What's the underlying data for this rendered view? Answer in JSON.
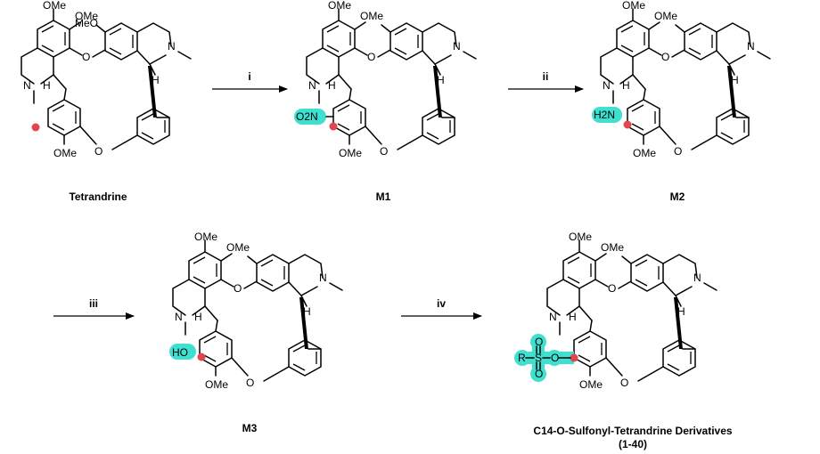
{
  "molecules": [
    {
      "label": "Tetrandrine",
      "highlight": "dot"
    },
    {
      "label": "M1",
      "highlight": "nitro",
      "group_text": "O2N"
    },
    {
      "label": "M2",
      "highlight": "amine",
      "group_text": "H2N"
    },
    {
      "label": "M3",
      "highlight": "hydroxy",
      "group_text": "HO"
    },
    {
      "label_line1": "C14-O-Sulfonyl-Tetrandrine Derivatives",
      "label_line2": "(1-40)",
      "highlight": "sulfonate"
    }
  ],
  "atoms": {
    "ome": "OMe",
    "meo": "MeO",
    "n": "N",
    "h": "H",
    "o": "O",
    "r": "R",
    "s": "S"
  },
  "arrows": [
    {
      "label": "i"
    },
    {
      "label": "ii"
    },
    {
      "label": "iii"
    },
    {
      "label": "iv"
    }
  ],
  "colors": {
    "highlight": "#3fe0d0",
    "marker": "#e0474c",
    "ink": "#000000"
  }
}
